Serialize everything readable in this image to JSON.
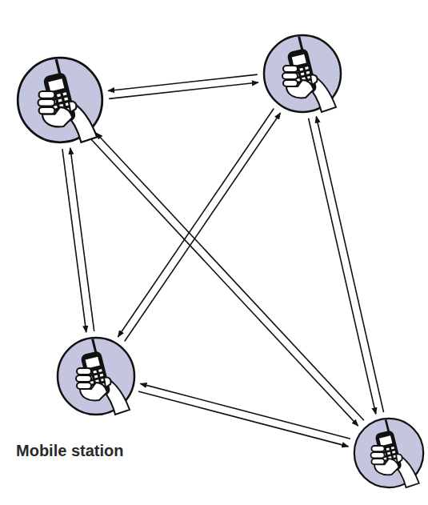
{
  "diagram": {
    "nodes": [
      {
        "text": []
      },
      {
        "text": []
      },
      {
        "text": []
      },
      {
        "text": []
      }
    ],
    "edges": [
      {
        "from": 0,
        "to": 1,
        "arrow": "to"
      },
      {
        "from": 1,
        "to": 0,
        "arrow": "to"
      },
      {
        "from": 0,
        "to": 2,
        "arrow": "to"
      },
      {
        "from": 2,
        "to": 0,
        "arrow": "to"
      },
      {
        "from": 0,
        "to": 3,
        "arrow": "to"
      },
      {
        "from": 3,
        "to": 0,
        "arrow": "to"
      },
      {
        "from": 1,
        "to": 2,
        "arrow": "to"
      },
      {
        "from": 2,
        "to": 1,
        "arrow": "to"
      },
      {
        "from": 1,
        "to": 3,
        "arrow": "to"
      },
      {
        "from": 3,
        "to": 1,
        "arrow": "to"
      },
      {
        "from": 2,
        "to": 3,
        "arrow": "to"
      },
      {
        "from": 3,
        "to": 2,
        "arrow": "to"
      }
    ],
    "labels": [
      "Mobile station"
    ]
  }
}
